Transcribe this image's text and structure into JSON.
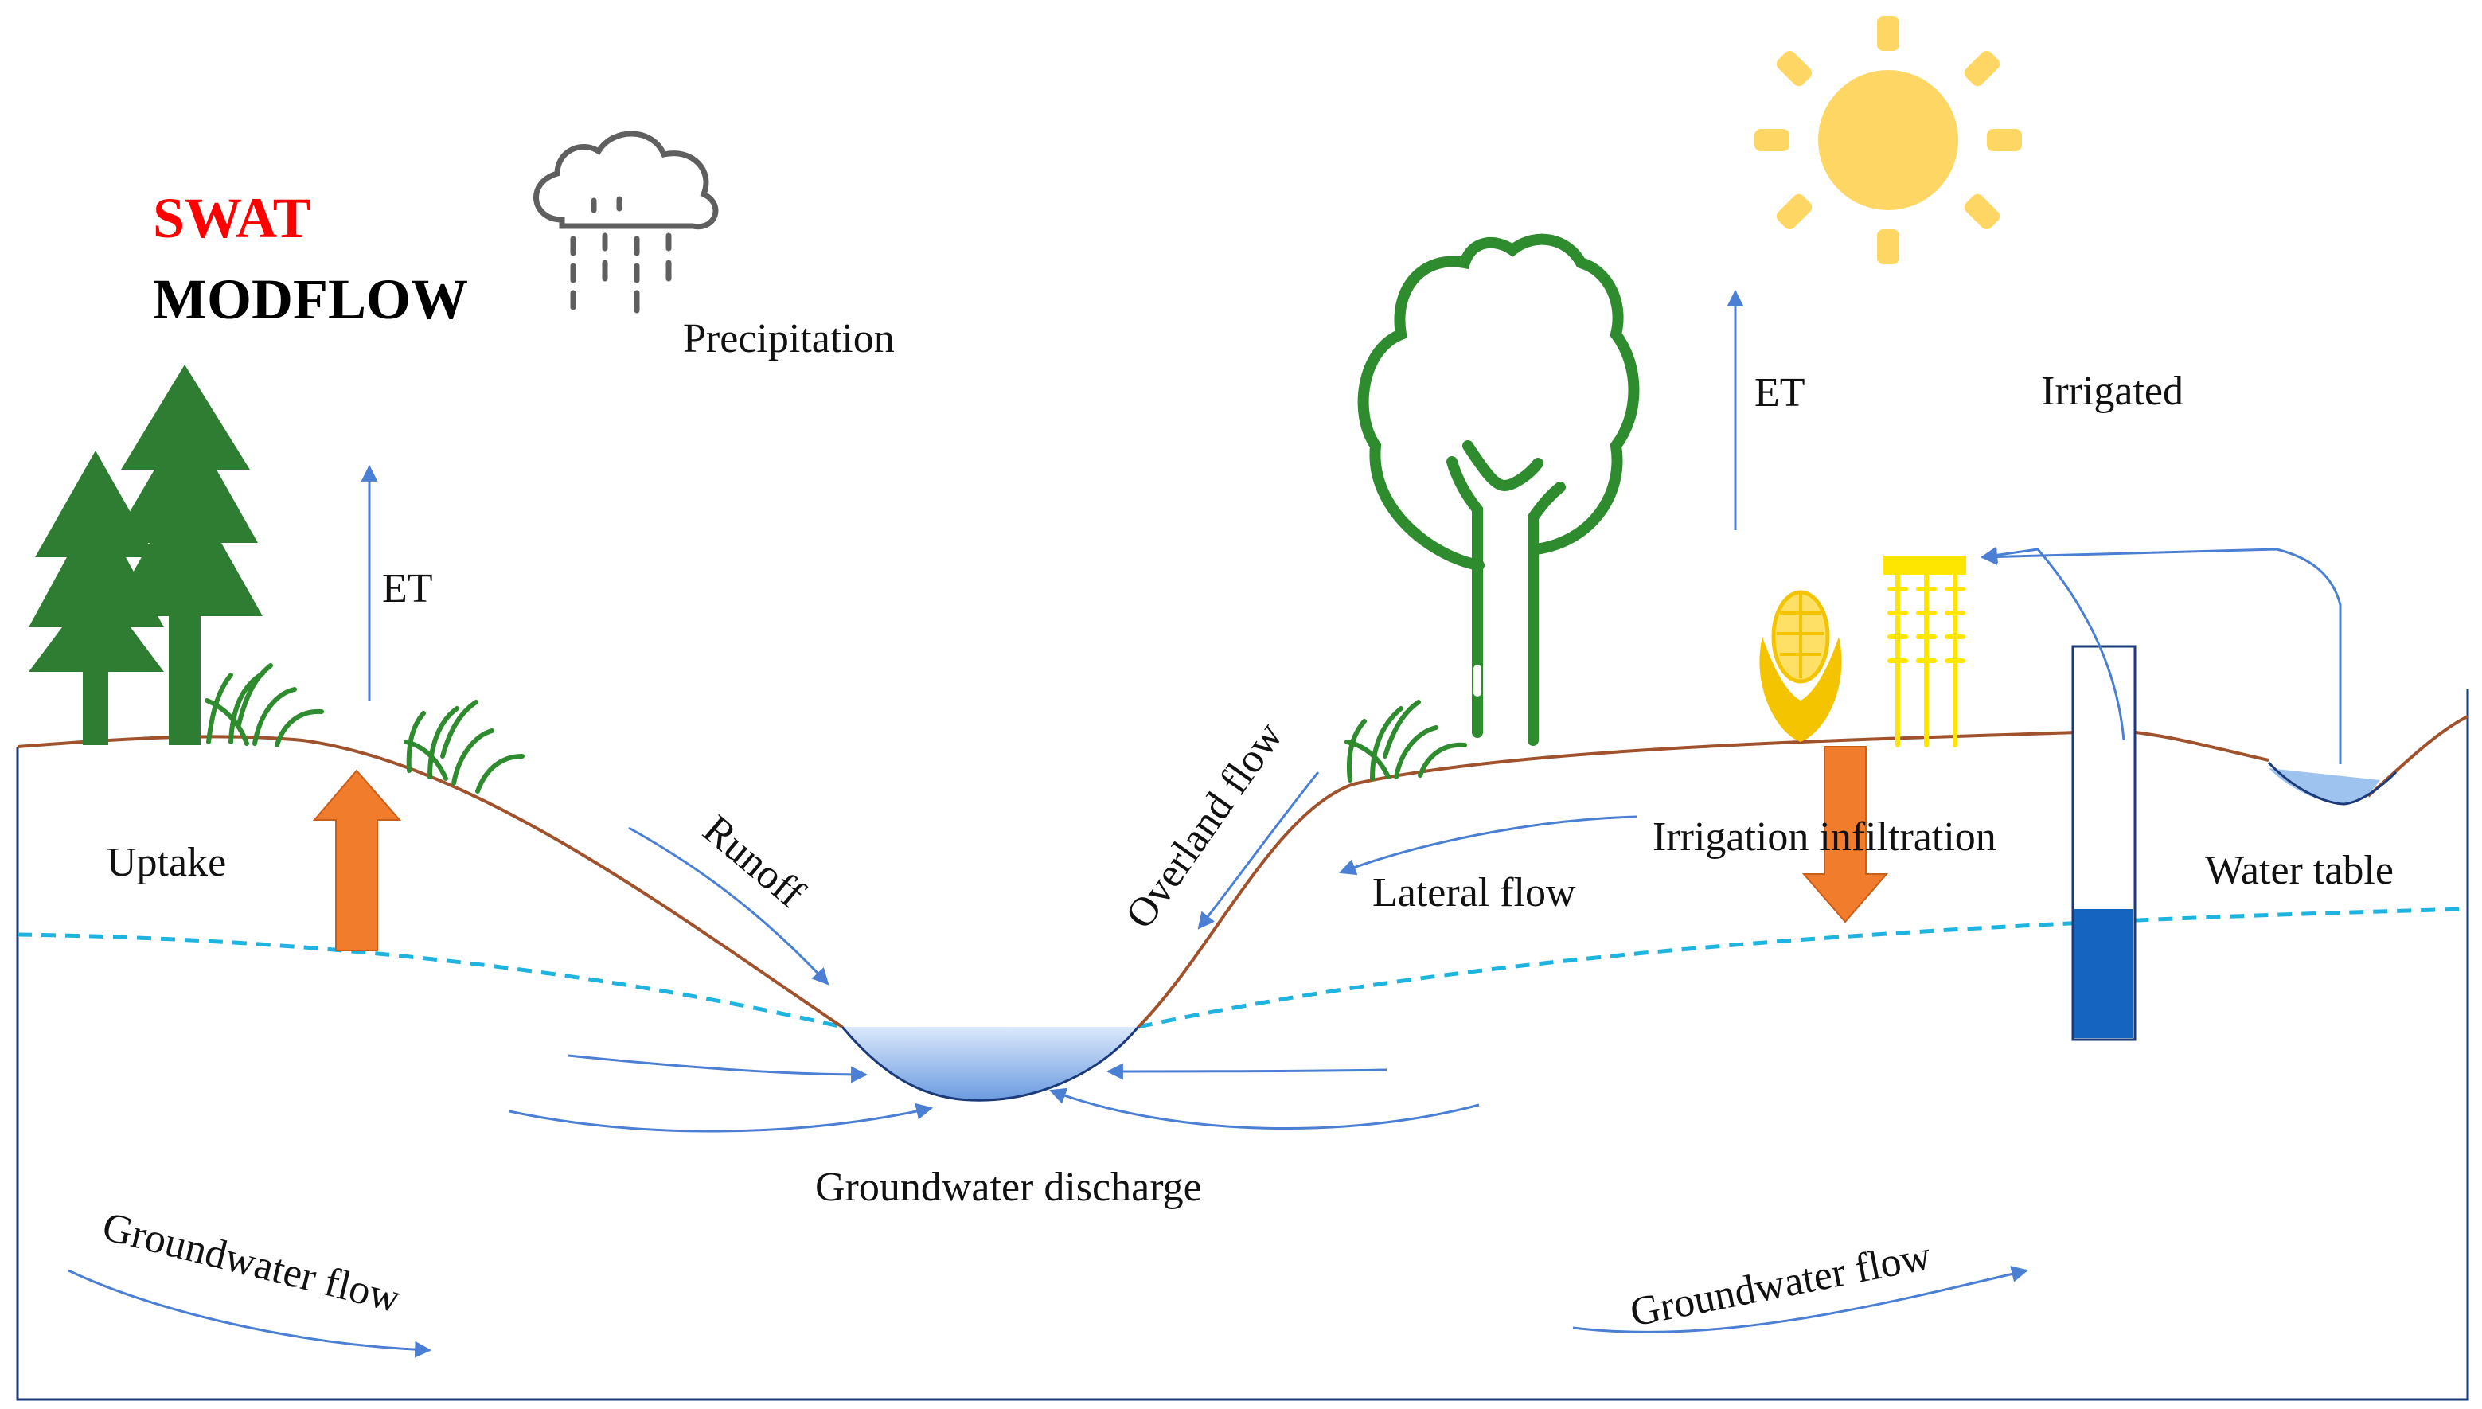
{
  "title": {
    "line1": "SWAT",
    "line2": "MODFLOW"
  },
  "labels": {
    "precipitation": "Precipitation",
    "et_left": "ET",
    "et_right": "ET",
    "irrigated": "Irrigated",
    "uptake": "Uptake",
    "runoff": "Runoff",
    "overland_flow": "Overland flow",
    "lateral_flow": "Lateral flow",
    "irrigation_infiltration": "Irrigation infiltration",
    "water_table": "Water table",
    "groundwater_discharge": "Groundwater discharge",
    "groundwater_flow_left": "Groundwater flow",
    "groundwater_flow_right": "Groundwater flow"
  },
  "colors": {
    "swat": "#ff0000",
    "modflow": "#000000",
    "tree": "#2e7d32",
    "deciduous_tree": "#2e8b2e",
    "sun": "#fdd663",
    "corn": "#f5c400",
    "wheat": "#ffe600",
    "uptake_arrow": "#f07c2c",
    "flow_arrow": "#4a7fd4",
    "ground_line": "#a0522d",
    "water_table_line": "#1fb3e0",
    "well_water": "#1565c0",
    "stream": "#7fa8e6"
  },
  "icons": [
    "rain-cloud-icon",
    "sun-icon",
    "pine-tree-icon",
    "deciduous-tree-icon",
    "shrub-icon",
    "corn-icon",
    "wheat-icon",
    "well-icon"
  ]
}
